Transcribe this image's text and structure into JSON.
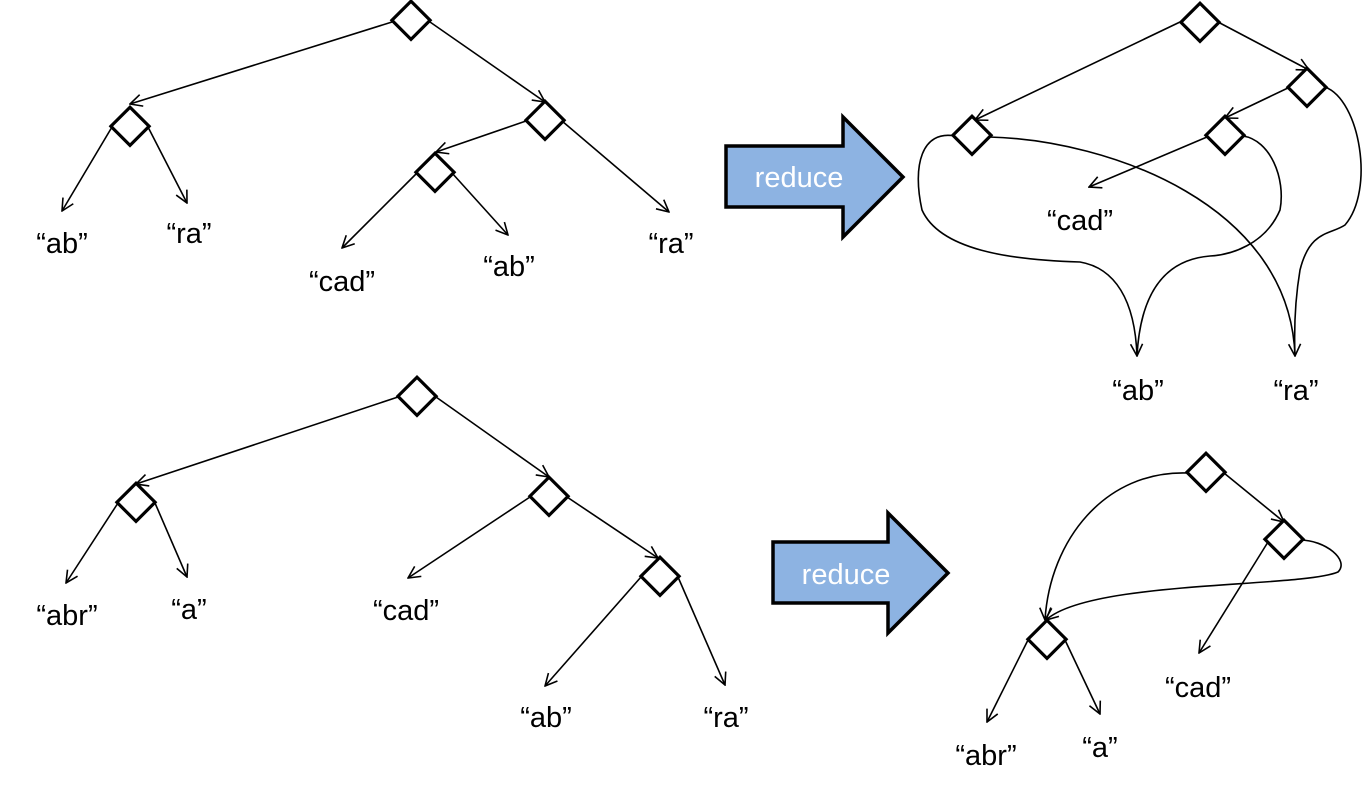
{
  "diagram_1": {
    "tree_leaves": [
      "“ab”",
      "“ra”",
      "“cad”",
      "“ab”",
      "“ra”"
    ],
    "arrow_label": "reduce",
    "dag_leaves": [
      "“cad”",
      "“ab”",
      "“ra”"
    ]
  },
  "diagram_2": {
    "tree_leaves": [
      "“abr”",
      "“a”",
      "“cad”",
      "“ab”",
      "“ra”"
    ],
    "arrow_label": "reduce",
    "dag_leaves": [
      "“abr”",
      "“a”",
      "“cad”"
    ]
  }
}
